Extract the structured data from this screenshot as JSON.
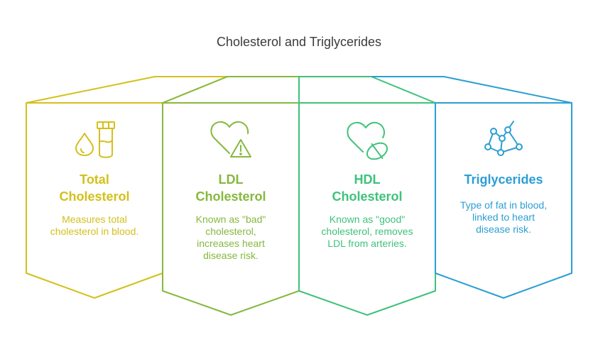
{
  "title": "Cholesterol and Triglycerides",
  "cards": [
    {
      "title_lines": [
        "Total",
        "Cholesterol"
      ],
      "desc_lines": [
        "Measures total",
        "cholesterol in blood."
      ],
      "icon": "blood-drop-test-tube-icon",
      "color": "#d3c01c"
    },
    {
      "title_lines": [
        "LDL",
        "Cholesterol"
      ],
      "desc_lines": [
        "Known as \"bad\"",
        "cholesterol,",
        "increases heart",
        "disease risk."
      ],
      "icon": "heart-warning-icon",
      "color": "#86b83e"
    },
    {
      "title_lines": [
        "HDL",
        "Cholesterol"
      ],
      "desc_lines": [
        "Known as \"good\"",
        "cholesterol, removes",
        "LDL from arteries."
      ],
      "icon": "heart-pill-icon",
      "color": "#3fc27b"
    },
    {
      "title_lines": [
        "Triglycerides"
      ],
      "desc_lines": [
        "Type of fat in blood,",
        "linked to heart",
        "disease risk."
      ],
      "icon": "molecule-network-icon",
      "color": "#2b9ed4"
    }
  ]
}
